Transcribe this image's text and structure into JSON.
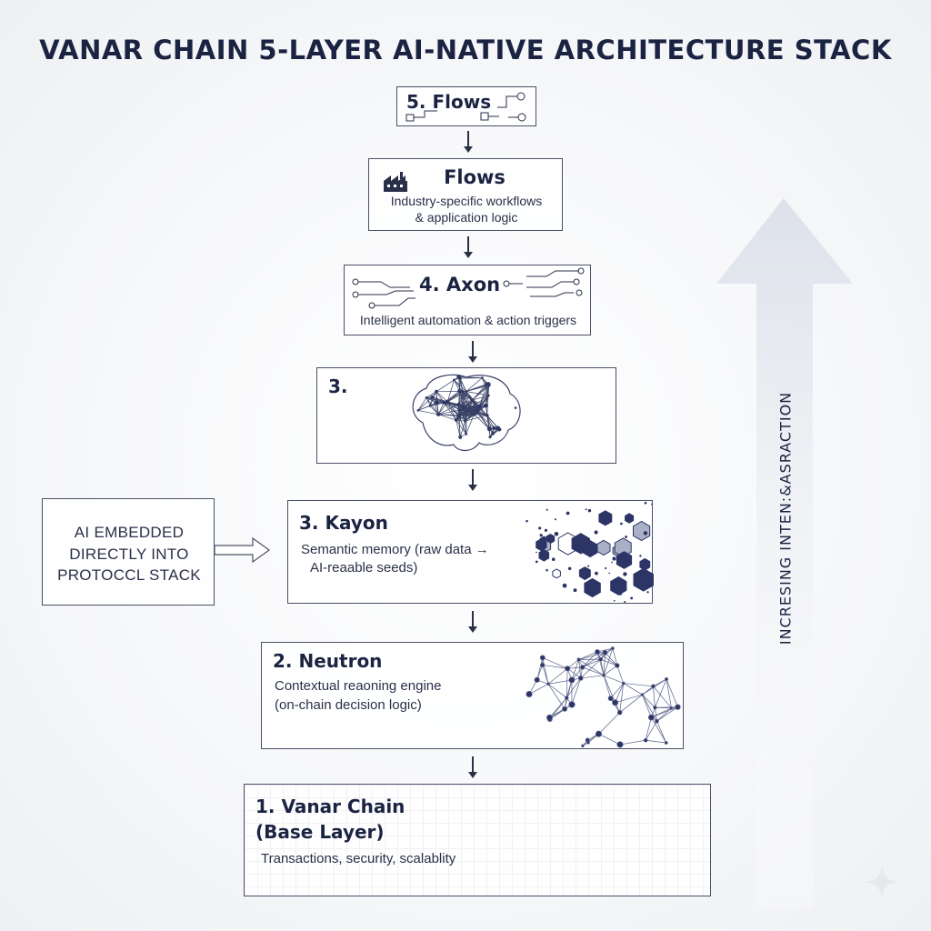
{
  "title": "VANAR CHAIN 5-LAYER AI-NATIVE ARCHITECTURE STACK",
  "layers": {
    "flows_top": {
      "label": "5. Flows"
    },
    "flows": {
      "title": "Flows",
      "desc1": "Industry-specific workflows",
      "desc2": "& application logic"
    },
    "axon": {
      "title": "4. Axon",
      "desc": "Intelligent automation & action triggers"
    },
    "brain": {
      "title": "3."
    },
    "kayon": {
      "title": "3. Kayon",
      "desc1": "Semantic memory (raw data →",
      "desc2": "AI-reaable seeds)"
    },
    "neutron": {
      "title": "2. Neutron",
      "desc1": "Contextual reaoning engine",
      "desc2": "(on-chain decision logic)"
    },
    "vanar": {
      "title1": "1. Vanar Chain",
      "title2": "(Base Layer)",
      "desc": "Transactions, security, scalablity"
    }
  },
  "callout": {
    "line1": "AI EMBEDDED",
    "line2": "DIRECTLY INTO",
    "line3": "PROTOCCL STACK"
  },
  "side_label": "INCRESING INTEN:&ASRACTION",
  "colors": {
    "ink": "#1b2342",
    "node": "#2c3566",
    "arrow_bg": "#e9ecf2"
  },
  "icons": [
    "factory-icon",
    "circuit-icon",
    "brain-network-icon",
    "hexagon-cluster-icon",
    "network-graph-icon",
    "sparkle-icon"
  ]
}
